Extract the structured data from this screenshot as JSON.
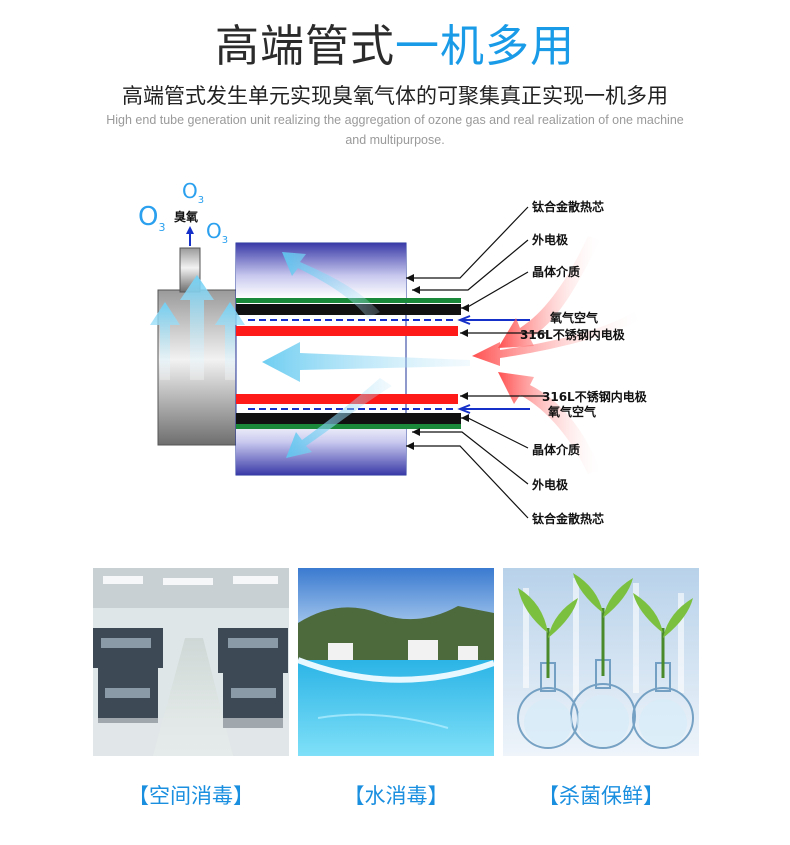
{
  "header": {
    "title_dark": "高端管式",
    "title_blue": "一机多用",
    "subtitle_cn": "高端管式发生单元实现臭氧气体的可聚集真正实现一机多用",
    "subtitle_en": "High end tube generation unit realizing the aggregation of ozone gas and real realization of one machine and multipurpose."
  },
  "diagram": {
    "ozone_symbol": "O",
    "ozone_sub": "3",
    "ozone_label": "臭氧",
    "labels": {
      "heat_core_top": "钛合金散热芯",
      "outer_electrode_top": "外电极",
      "crystal_medium_top": "晶体介质",
      "oxygen_air_top": "氧气空气",
      "inner_electrode_top": "316L不锈钢内电极",
      "inner_electrode_bottom": "316L不锈钢内电极",
      "oxygen_air_bottom": "氧气空气",
      "crystal_medium_bottom": "晶体介质",
      "outer_electrode_bottom": "外电极",
      "heat_core_bottom": "钛合金散热芯"
    }
  },
  "applications": [
    {
      "caption": "【空间消毒】",
      "image": "cleanroom-photo"
    },
    {
      "caption": "【水消毒】",
      "image": "pool-photo"
    },
    {
      "caption": "【杀菌保鲜】",
      "image": "plant-flask-photo"
    }
  ],
  "colors": {
    "accent_blue": "#1a9be8",
    "electrode_red": "#ff1a1a",
    "dielectric_green": "#1a8a3a",
    "arrow_blue": "#1530c8"
  }
}
